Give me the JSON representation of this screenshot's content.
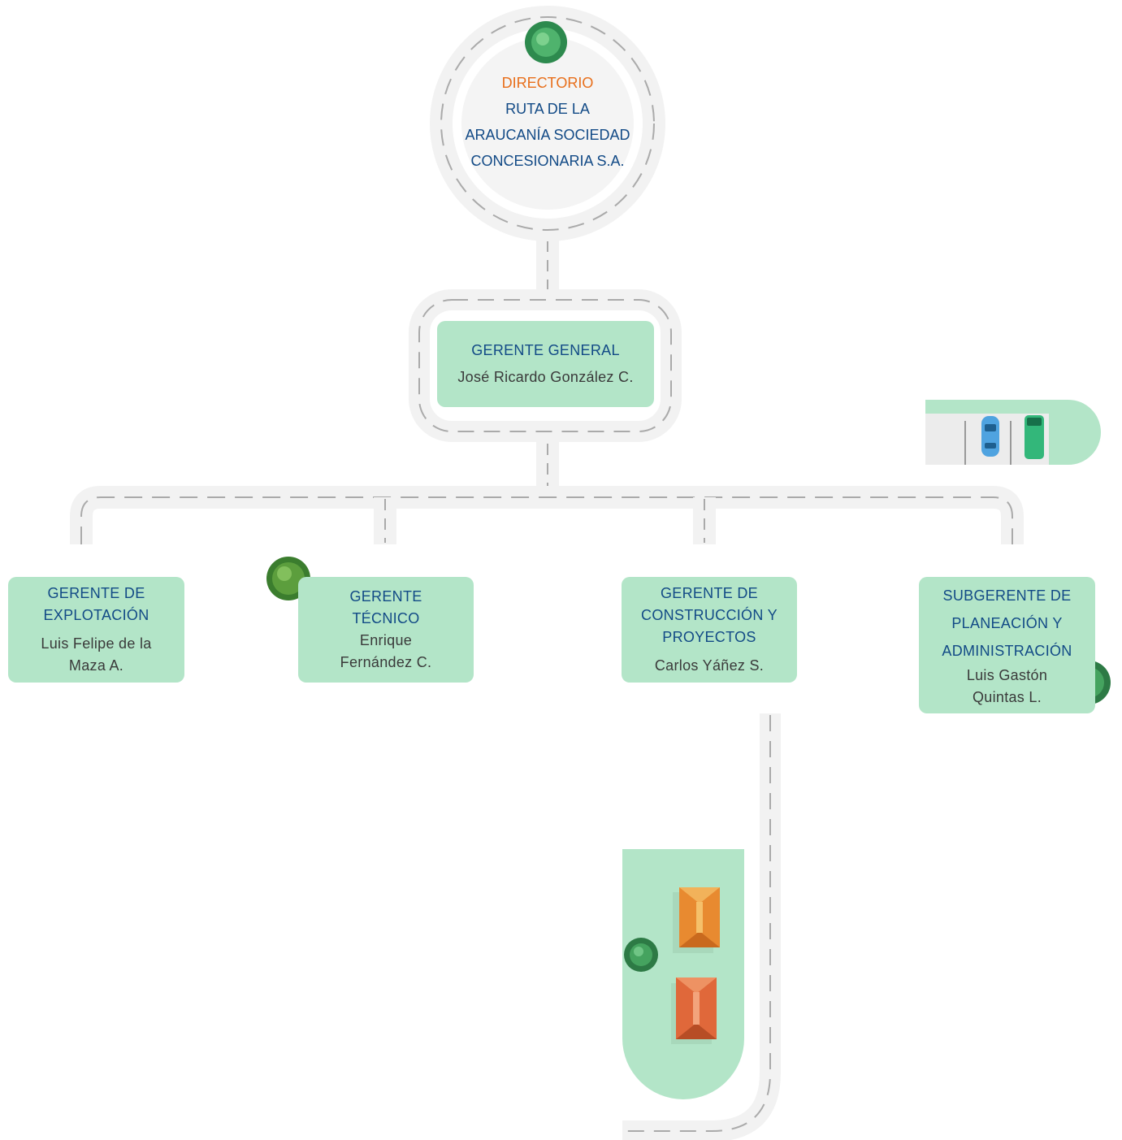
{
  "directorio": {
    "label": "DIRECTORIO",
    "title": "RUTA DE LA\nARAUCANÍA SOCIEDAD\nCONCESIONARIA S.A."
  },
  "gerente_general": {
    "title": "GERENTE GENERAL",
    "name": "José Ricardo González C."
  },
  "managers": [
    {
      "title": "GERENTE DE\nEXPLOTACIÓN",
      "name": "Luis Felipe de la\nMaza A."
    },
    {
      "title": "GERENTE\nTÉCNICO",
      "name": "Enrique\nFernández C."
    },
    {
      "title": "GERENTE DE\nCONSTRUCCIÓN Y\nPROYECTOS",
      "name": "Carlos Yáñez S."
    },
    {
      "title": "SUBGERENTE DE\nPLANEACIÓN Y\nADMINISTRACIÓN",
      "name": "Luis Gastón\nQuintas L."
    }
  ],
  "colors": {
    "card_green": "#b3e5c8",
    "title_blue": "#124a86",
    "accent_orange": "#e86f1b",
    "road_gray": "#f2f2f2"
  }
}
